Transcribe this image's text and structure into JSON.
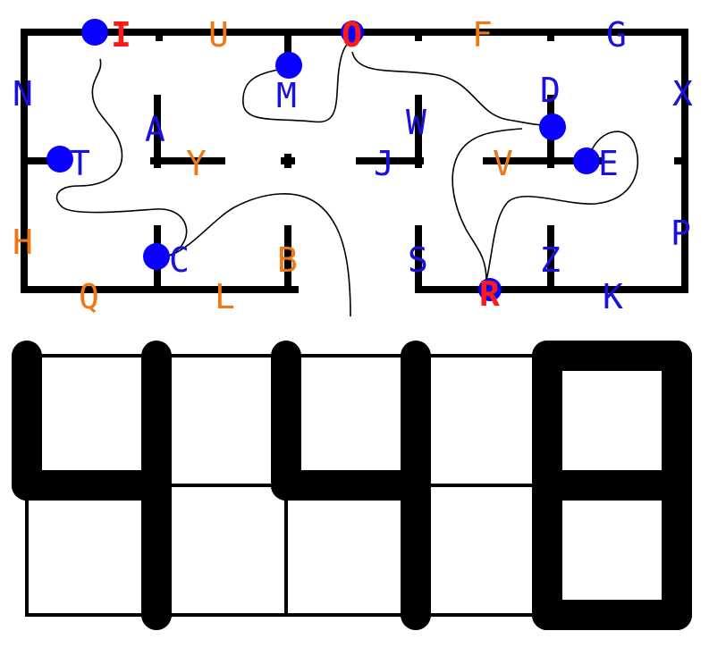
{
  "colors": {
    "background": "#ffffff",
    "wall": "#000000",
    "path": "#000000",
    "marker": "#0a00ff",
    "label_blue": "#1a10e0",
    "label_orange": "#f07814",
    "label_red": "#ff1a1a"
  },
  "maze": {
    "labels": [
      {
        "id": "I",
        "text": "I",
        "color": "red"
      },
      {
        "id": "U",
        "text": "U",
        "color": "orange"
      },
      {
        "id": "O",
        "text": "O",
        "color": "red"
      },
      {
        "id": "F",
        "text": "F",
        "color": "orange"
      },
      {
        "id": "G",
        "text": "G",
        "color": "blue"
      },
      {
        "id": "N",
        "text": "N",
        "color": "blue"
      },
      {
        "id": "M",
        "text": "M",
        "color": "blue"
      },
      {
        "id": "D",
        "text": "D",
        "color": "blue"
      },
      {
        "id": "X",
        "text": "X",
        "color": "blue"
      },
      {
        "id": "A",
        "text": "A",
        "color": "blue"
      },
      {
        "id": "W",
        "text": "W",
        "color": "blue"
      },
      {
        "id": "T",
        "text": "T",
        "color": "blue"
      },
      {
        "id": "Y",
        "text": "Y",
        "color": "orange"
      },
      {
        "id": "J",
        "text": "J",
        "color": "blue"
      },
      {
        "id": "V",
        "text": "V",
        "color": "orange"
      },
      {
        "id": "E",
        "text": "E",
        "color": "blue"
      },
      {
        "id": "H",
        "text": "H",
        "color": "orange"
      },
      {
        "id": "P",
        "text": "P",
        "color": "blue"
      },
      {
        "id": "C",
        "text": "C",
        "color": "blue"
      },
      {
        "id": "B",
        "text": "B",
        "color": "orange"
      },
      {
        "id": "S",
        "text": "S",
        "color": "blue"
      },
      {
        "id": "Z",
        "text": "Z",
        "color": "blue"
      },
      {
        "id": "Q",
        "text": "Q",
        "color": "orange"
      },
      {
        "id": "L",
        "text": "L",
        "color": "orange"
      },
      {
        "id": "R",
        "text": "R",
        "color": "red"
      },
      {
        "id": "K",
        "text": "K",
        "color": "blue"
      }
    ],
    "markers": [
      "I",
      "O",
      "M",
      "D",
      "T",
      "E",
      "C",
      "R"
    ]
  },
  "display": {
    "digits": [
      "4",
      "4",
      "8"
    ]
  }
}
